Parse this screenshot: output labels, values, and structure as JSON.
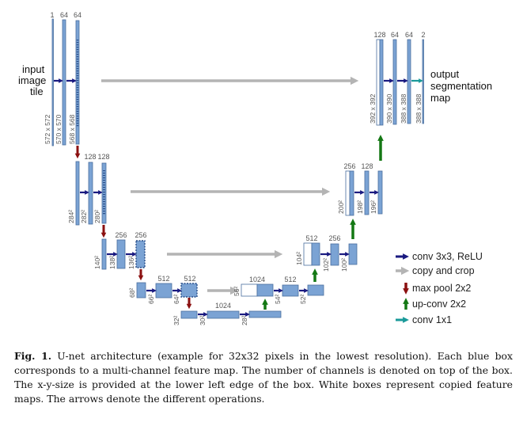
{
  "input_label": [
    "input",
    "image",
    "tile"
  ],
  "output_label": [
    "output",
    "segmentation",
    "map"
  ],
  "levels": [
    {
      "contracting": [
        {
          "channels": "1",
          "size": "572 x 572"
        },
        {
          "channels": "64",
          "size": "570 x 570"
        },
        {
          "channels": "64",
          "size": "568 x 568"
        }
      ],
      "expanding": [
        {
          "channels": "128",
          "size": "392 x 392"
        },
        {
          "channels": "64",
          "size": "390 x 390"
        },
        {
          "channels": "64",
          "size": "388 x 388"
        },
        {
          "channels": "2",
          "size": "388 x 388"
        }
      ]
    },
    {
      "contracting": [
        {
          "channels": "",
          "size": "284²"
        },
        {
          "channels": "128",
          "size": "282²"
        },
        {
          "channels": "128",
          "size": "280²"
        }
      ],
      "expanding": [
        {
          "channels": "256",
          "size": "200²"
        },
        {
          "channels": "128",
          "size": "198²"
        },
        {
          "channels": "",
          "size": "196²"
        }
      ]
    },
    {
      "contracting": [
        {
          "channels": "",
          "size": "140²"
        },
        {
          "channels": "256",
          "size": "138²"
        },
        {
          "channels": "256",
          "size": "136²"
        }
      ],
      "expanding": [
        {
          "channels": "512",
          "size": "104²"
        },
        {
          "channels": "256",
          "size": "102²"
        },
        {
          "channels": "",
          "size": "100²"
        }
      ]
    },
    {
      "contracting": [
        {
          "channels": "",
          "size": "68²"
        },
        {
          "channels": "512",
          "size": "66²"
        },
        {
          "channels": "512",
          "size": "64²"
        }
      ],
      "expanding": [
        {
          "channels": "1024",
          "size": "56²"
        },
        {
          "channels": "512",
          "size": "54²"
        },
        {
          "channels": "",
          "size": "52²"
        }
      ]
    },
    {
      "bottleneck": [
        {
          "channels": "",
          "size": "32²"
        },
        {
          "channels": "1024",
          "size": "30²"
        },
        {
          "channels": "",
          "size": "28²"
        }
      ]
    }
  ],
  "legend": [
    {
      "label": "conv 3x3, ReLU",
      "color": "#1a1a80",
      "direction": "right"
    },
    {
      "label": "copy and crop",
      "color": "#b4b4b4",
      "direction": "right"
    },
    {
      "label": "max pool 2x2",
      "color": "#8b1010",
      "direction": "down"
    },
    {
      "label": "up-conv 2x2",
      "color": "#147814",
      "direction": "up"
    },
    {
      "label": "conv 1x1",
      "color": "#1a9a9a",
      "direction": "right"
    }
  ],
  "colors": {
    "feature_map_fill": "#7ba3d4",
    "feature_map_stroke": "#4a6e9e",
    "copied_fill": "#ffffff",
    "conv": "#1a1a80",
    "copy": "#b4b4b4",
    "pool": "#8b1010",
    "upconv": "#147814",
    "conv1x1": "#1a9a9a"
  },
  "caption": {
    "label": "Fig. 1.",
    "text": "U-net architecture (example for 32x32 pixels in the lowest resolution). Each blue box corresponds to a multi-channel feature map. The number of channels is denoted on top of the box. The x-y-size is provided at the lower left edge of the box. White boxes represent copied feature maps. The arrows denote the different operations."
  }
}
